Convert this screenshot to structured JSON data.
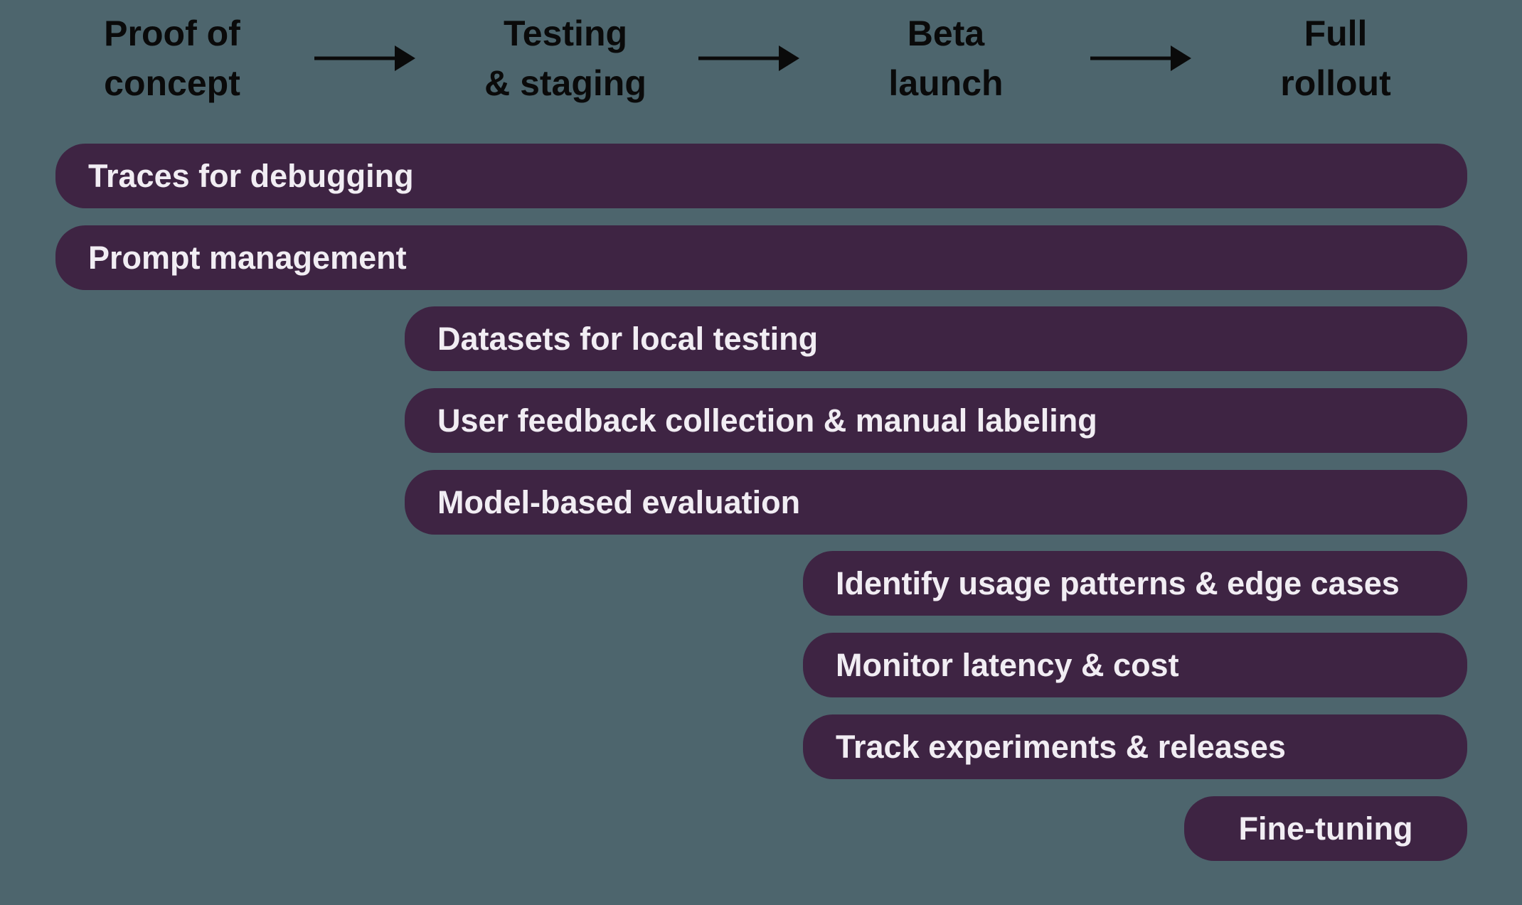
{
  "title": "LLM product lifecycle tooling diagram",
  "colors": {
    "background": "#4d656d",
    "bar_fill": "#3e2443",
    "bar_text": "#f1edf3",
    "header_text": "#0a0a0a",
    "arrow": "#0a0a0a"
  },
  "header": {
    "stages": [
      {
        "line1": "Proof of",
        "line2": "concept",
        "full": "Proof of concept"
      },
      {
        "line1": "Testing",
        "line2": "& staging",
        "full": "Testing & staging"
      },
      {
        "line1": "Beta",
        "line2": "launch",
        "full": "Beta launch"
      },
      {
        "line1": "Full",
        "line2": "rollout",
        "full": "Full rollout"
      }
    ]
  },
  "bars": [
    {
      "label": "Traces for debugging",
      "start_stage": "Proof of concept",
      "end_stage": "Full rollout"
    },
    {
      "label": "Prompt management",
      "start_stage": "Proof of concept",
      "end_stage": "Full rollout"
    },
    {
      "label": "Datasets for local testing",
      "start_stage": "Testing & staging",
      "end_stage": "Full rollout"
    },
    {
      "label": "User feedback collection & manual labeling",
      "start_stage": "Testing & staging",
      "end_stage": "Full rollout"
    },
    {
      "label": "Model-based evaluation",
      "start_stage": "Testing & staging",
      "end_stage": "Full rollout"
    },
    {
      "label": "Identify usage patterns & edge cases",
      "start_stage": "Beta launch",
      "end_stage": "Full rollout"
    },
    {
      "label": "Monitor latency & cost",
      "start_stage": "Beta launch",
      "end_stage": "Full rollout"
    },
    {
      "label": "Track experiments & releases",
      "start_stage": "Beta launch",
      "end_stage": "Full rollout"
    },
    {
      "label": "Fine-tuning",
      "start_stage": "Full rollout",
      "end_stage": "Full rollout"
    }
  ]
}
